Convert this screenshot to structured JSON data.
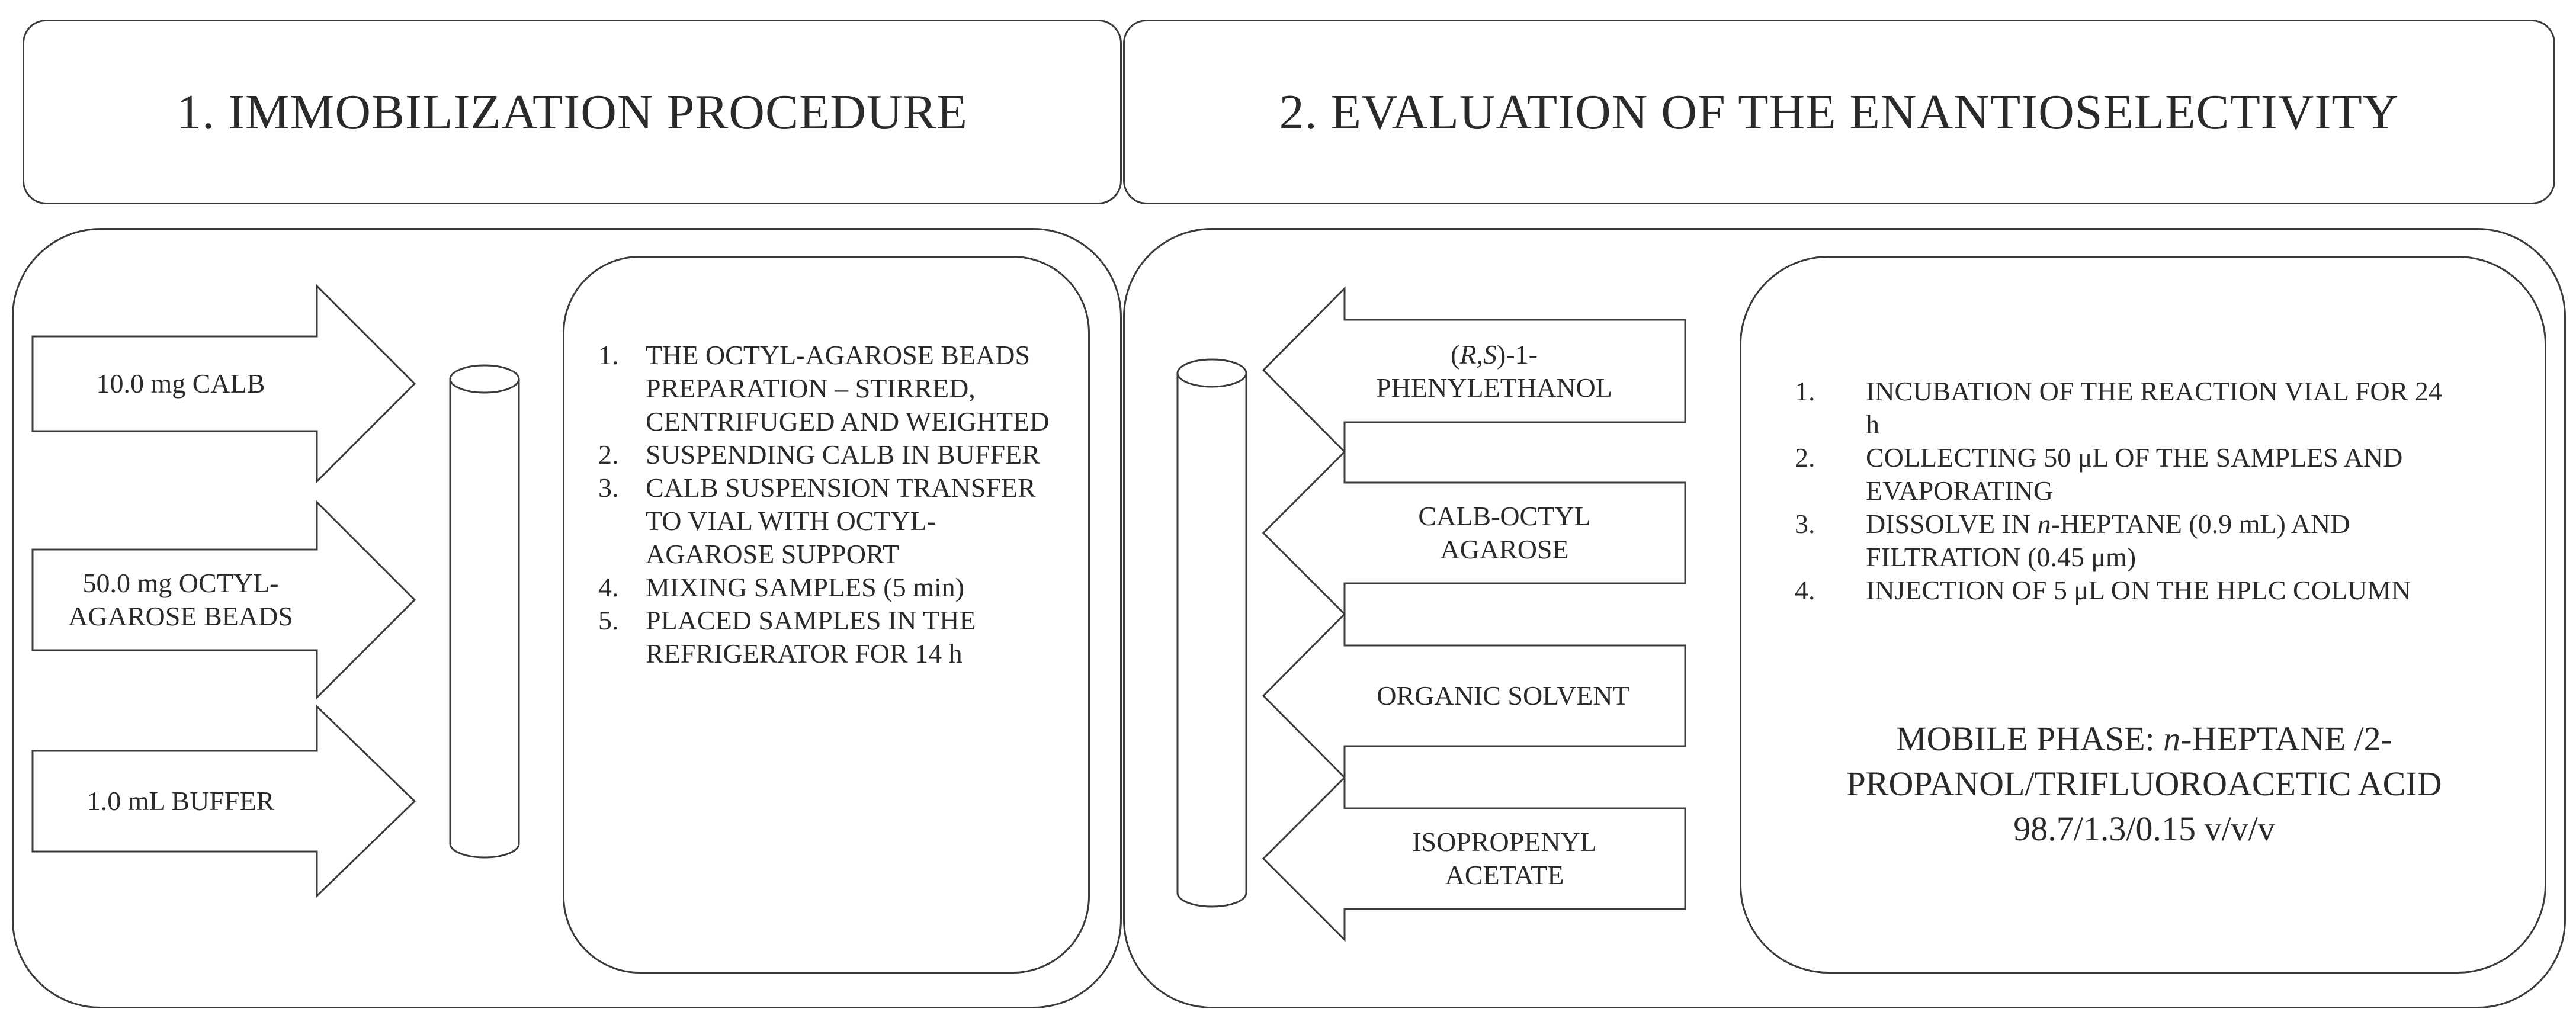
{
  "section1": {
    "title": "1. IMMOBILIZATION PROCEDURE",
    "inputs": [
      "10.0 mg CALB",
      "50.0 mg OCTYL-AGAROSE BEADS",
      "1.0 mL BUFFER"
    ],
    "steps": [
      {
        "num": "1.",
        "text": "THE OCTYL-AGAROSE BEADS PREPARATION – STIRRED, CENTRIFUGED AND WEIGHTED"
      },
      {
        "num": "2.",
        "text": "SUSPENDING CALB IN BUFFER"
      },
      {
        "num": "3.",
        "text": "CALB SUSPENSION TRANSFER TO VIAL WITH OCTYL-AGAROSE SUPPORT"
      },
      {
        "num": "4.",
        "text": "MIXING SAMPLES (5 min)"
      },
      {
        "num": "5.",
        "text": "PLACED SAMPLES IN THE REFRIGERATOR FOR 14 h"
      }
    ]
  },
  "section2": {
    "title": "2. EVALUATION OF THE ENANTIOSELECTIVITY",
    "inputs": {
      "phenylethanol_prefix": "(",
      "phenylethanol_italic": "R,S",
      "phenylethanol_suffix": ")-1-",
      "phenylethanol_line2": "PHENYLETHANOL",
      "calb_octyl": "CALB-OCTYL AGAROSE",
      "organic_solvent": "ORGANIC SOLVENT",
      "isopropenyl": "ISOPROPENYL ACETATE"
    },
    "steps": [
      {
        "num": "1.",
        "text": "INCUBATION OF THE REACTION VIAL FOR 24 h"
      },
      {
        "num": "2.",
        "text": "COLLECTING 50 μL OF THE SAMPLES AND EVAPORATING"
      },
      {
        "num": "3.",
        "pre": "DISSOLVE IN ",
        "italic": "n",
        "post": "-HEPTANE (0.9 mL) AND FILTRATION (0.45 μm)"
      },
      {
        "num": "4.",
        "text": "INJECTION OF 5 μL ON THE HPLC COLUMN"
      }
    ],
    "mobile_phase": {
      "pre": "MOBILE PHASE: ",
      "italic": "n",
      "post": "-HEPTANE /2-PROPANOL/TRIFLUOROACETIC ACID 98.7/1.3/0.15 v/v/v"
    }
  }
}
